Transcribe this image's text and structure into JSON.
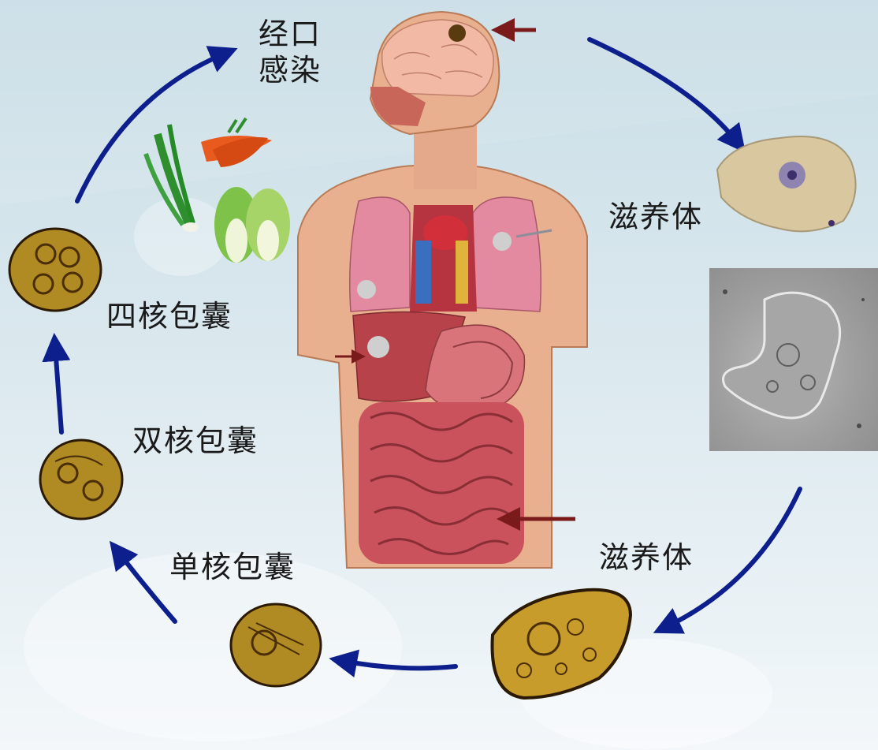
{
  "labels": {
    "oral_infection": "经口感染",
    "trophozoite_1": "滋养体",
    "trophozoite_2": "滋养体",
    "uninucleate_cyst": "单核包囊",
    "binucleate_cyst": "双核包囊",
    "quadrinucleate_cyst": "四核包囊"
  },
  "colors": {
    "cycle_arrow": "#0d1f8c",
    "pointer_arrow": "#7a1a1a",
    "cyst_fill": "#b08a22",
    "cyst_outline": "#2a1a05",
    "trophozoite_fill": "#d9c7a0",
    "trophozoite_nucleus": "#6b5a9c",
    "lung": "#e38aa0",
    "liver": "#b8424a",
    "intestine": "#c9525c",
    "skin": "#e8b08f",
    "brain": "#f2b9a5"
  },
  "icons": [
    "vegetables-illustration",
    "human-anatomy-illustration",
    "cyst-icon",
    "trophozoite-icon",
    "microscope-photo"
  ]
}
